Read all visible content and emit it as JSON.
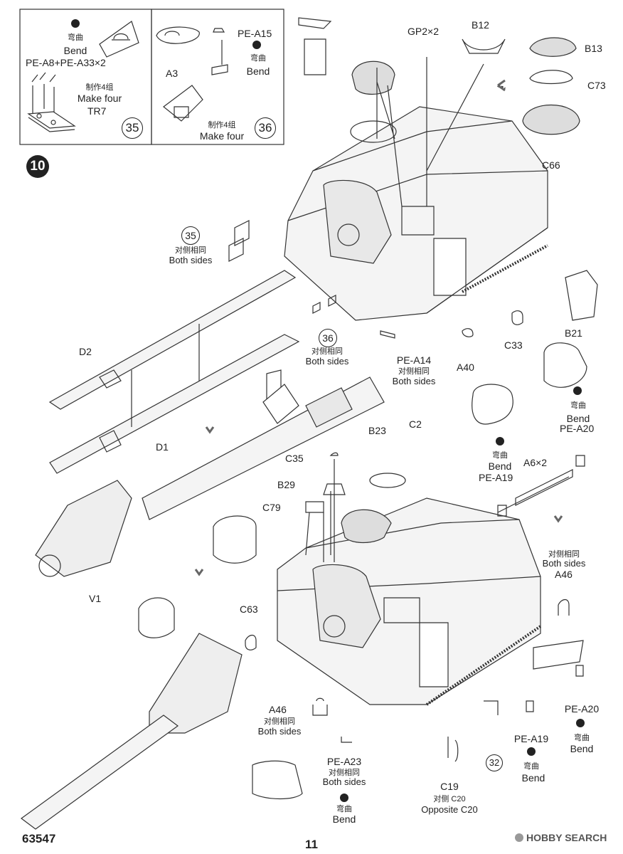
{
  "page": {
    "model_code": "63547",
    "page_number": "11",
    "watermark": "HOBBY SEARCH",
    "step_number": "10"
  },
  "sub_steps": {
    "s35": {
      "number": "35",
      "bend_cn": "弯曲",
      "bend_en": "Bend",
      "pe_parts": "PE-A8+PE-A33×2",
      "make_cn": "制作4组",
      "make_en": "Make four",
      "part": "TR7"
    },
    "s36": {
      "number": "36",
      "pe_part": "PE-A15",
      "bend_cn": "弯曲",
      "bend_en": "Bend",
      "part": "A3",
      "make_cn": "制作4组",
      "make_en": "Make four"
    }
  },
  "upper": {
    "gp2": "GP2×2",
    "b12": "B12",
    "b13": "B13",
    "c73": "C73",
    "c66": "C66",
    "ref35": "35",
    "ref35_cn": "对侧相同",
    "ref35_en": "Both sides",
    "ref36": "36",
    "ref36_cn": "对侧相同",
    "ref36_en": "Both sides",
    "b21": "B21",
    "c33": "C33",
    "a40": "A40",
    "pe_a14": "PE-A14",
    "pe_a14_cn": "对侧相同",
    "pe_a14_en": "Both sides",
    "d2": "D2",
    "d1": "D1",
    "v1": "V1"
  },
  "lower": {
    "bend_r_cn": "弯曲",
    "bend_r_en": "Bend",
    "pe_a20": "PE-A20",
    "bend_l_cn": "弯曲",
    "bend_l_en": "Bend",
    "pe_a19": "PE-A19",
    "a6": "A6×2",
    "b23": "B23",
    "c2": "C2",
    "c35": "C35",
    "b29": "B29",
    "c79": "C79",
    "a46r_cn": "对侧相同",
    "a46r_en": "Both sides",
    "a46r": "A46",
    "c63": "C63",
    "a46l": "A46",
    "a46l_cn": "对侧相同",
    "a46l_en": "Both sides",
    "pe_a23": "PE-A23",
    "pe_a23_cn": "对侧相同",
    "pe_a23_en": "Both sides",
    "bend_b_cn": "弯曲",
    "bend_b_en": "Bend",
    "c19": "C19",
    "c19_cn": "对侧 C20",
    "c19_en": "Opposite C20",
    "ref32": "32",
    "pe_a19b": "PE-A19",
    "bend_m_cn": "弯曲",
    "bend_m_en": "Bend",
    "pe_a20b": "PE-A20",
    "bend_rb_cn": "弯曲",
    "bend_rb_en": "Bend"
  }
}
